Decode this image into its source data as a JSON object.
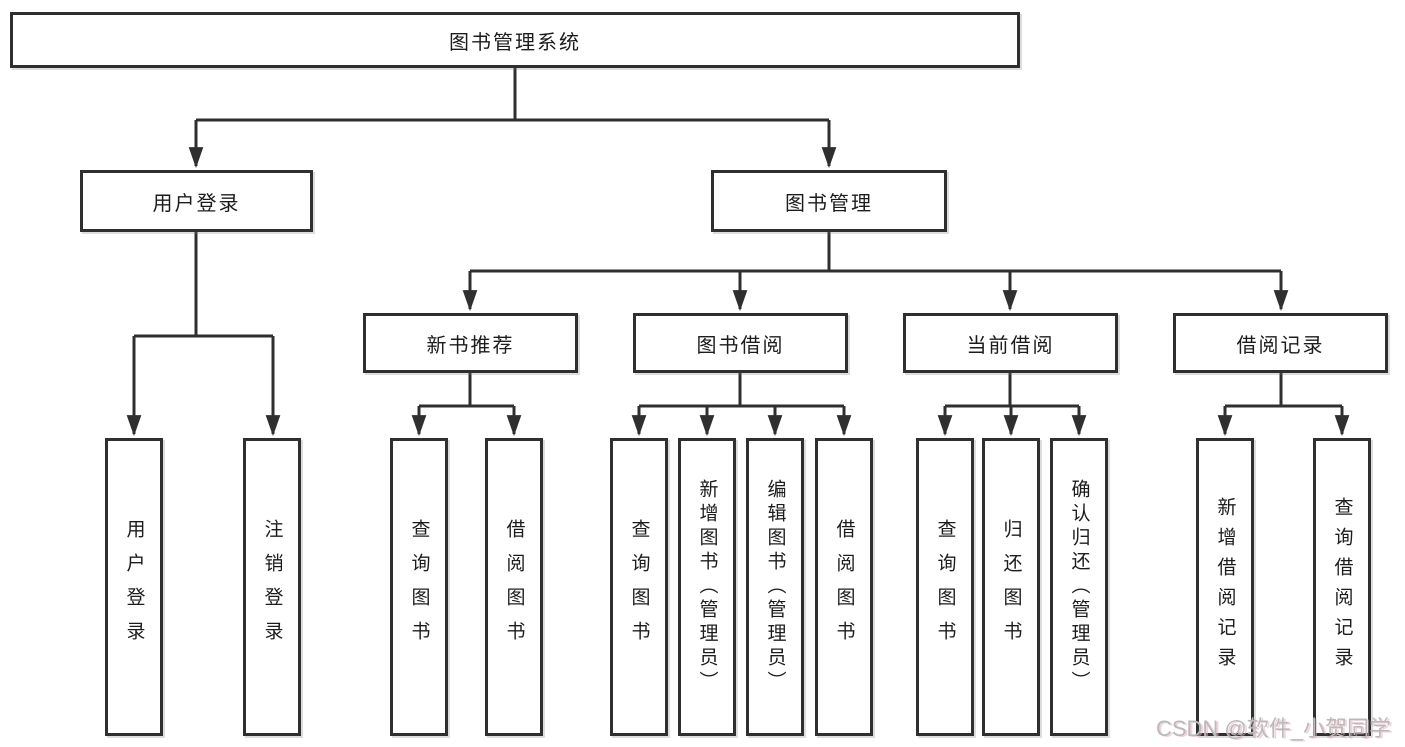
{
  "diagram": {
    "title_note": "hierarchy diagram of a library management system",
    "colors": {
      "line": "#2f2f2f",
      "box_border": "#2f2f2f",
      "box_fill": "#ffffff",
      "text": "#1c1c1c",
      "watermark": "#b9b9b9"
    },
    "root": {
      "label": "图书管理系统"
    },
    "level2": [
      {
        "label": "用户登录"
      },
      {
        "label": "图书管理"
      }
    ],
    "level3": [
      {
        "label": "新书推荐",
        "parent": "图书管理"
      },
      {
        "label": "图书借阅",
        "parent": "图书管理"
      },
      {
        "label": "当前借阅",
        "parent": "图书管理"
      },
      {
        "label": "借阅记录",
        "parent": "图书管理"
      }
    ],
    "leaves": [
      {
        "label": "用户登录",
        "parent": "用户登录"
      },
      {
        "label": "注销登录",
        "parent": "用户登录"
      },
      {
        "label": "查询图书",
        "parent": "新书推荐"
      },
      {
        "label": "借阅图书",
        "parent": "新书推荐"
      },
      {
        "label": "查询图书",
        "parent": "图书借阅"
      },
      {
        "label": "新增图书（管理员）",
        "parent": "图书借阅"
      },
      {
        "label": "编辑图书（管理员）",
        "parent": "图书借阅"
      },
      {
        "label": "借阅图书",
        "parent": "图书借阅"
      },
      {
        "label": "查询图书",
        "parent": "当前借阅"
      },
      {
        "label": "归还图书",
        "parent": "当前借阅"
      },
      {
        "label": "确认归还（管理员）",
        "parent": "当前借阅"
      },
      {
        "label": "新增借阅记录",
        "parent": "借阅记录"
      },
      {
        "label": "查询借阅记录",
        "parent": "借阅记录"
      }
    ],
    "watermark": "CSDN @软件_小贺同学"
  }
}
